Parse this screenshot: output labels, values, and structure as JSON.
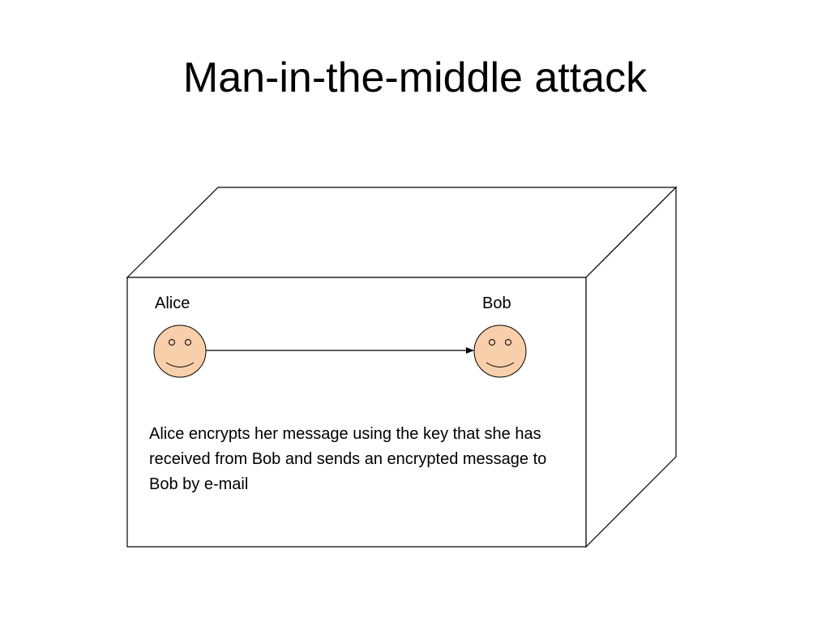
{
  "slide": {
    "title": "Man-in-the-middle attack"
  },
  "diagram": {
    "alice_label": "Alice",
    "bob_label": "Bob",
    "caption": "Alice encrypts her message using the key that she has received from Bob and sends an encrypted message to Bob by e-mail"
  },
  "colors": {
    "face_fill": "#f8cfaa",
    "stroke": "#000000",
    "background": "#ffffff"
  },
  "icons": {
    "alice": "smiley-face-icon",
    "bob": "smiley-face-icon",
    "message": "arrow-right-icon"
  }
}
